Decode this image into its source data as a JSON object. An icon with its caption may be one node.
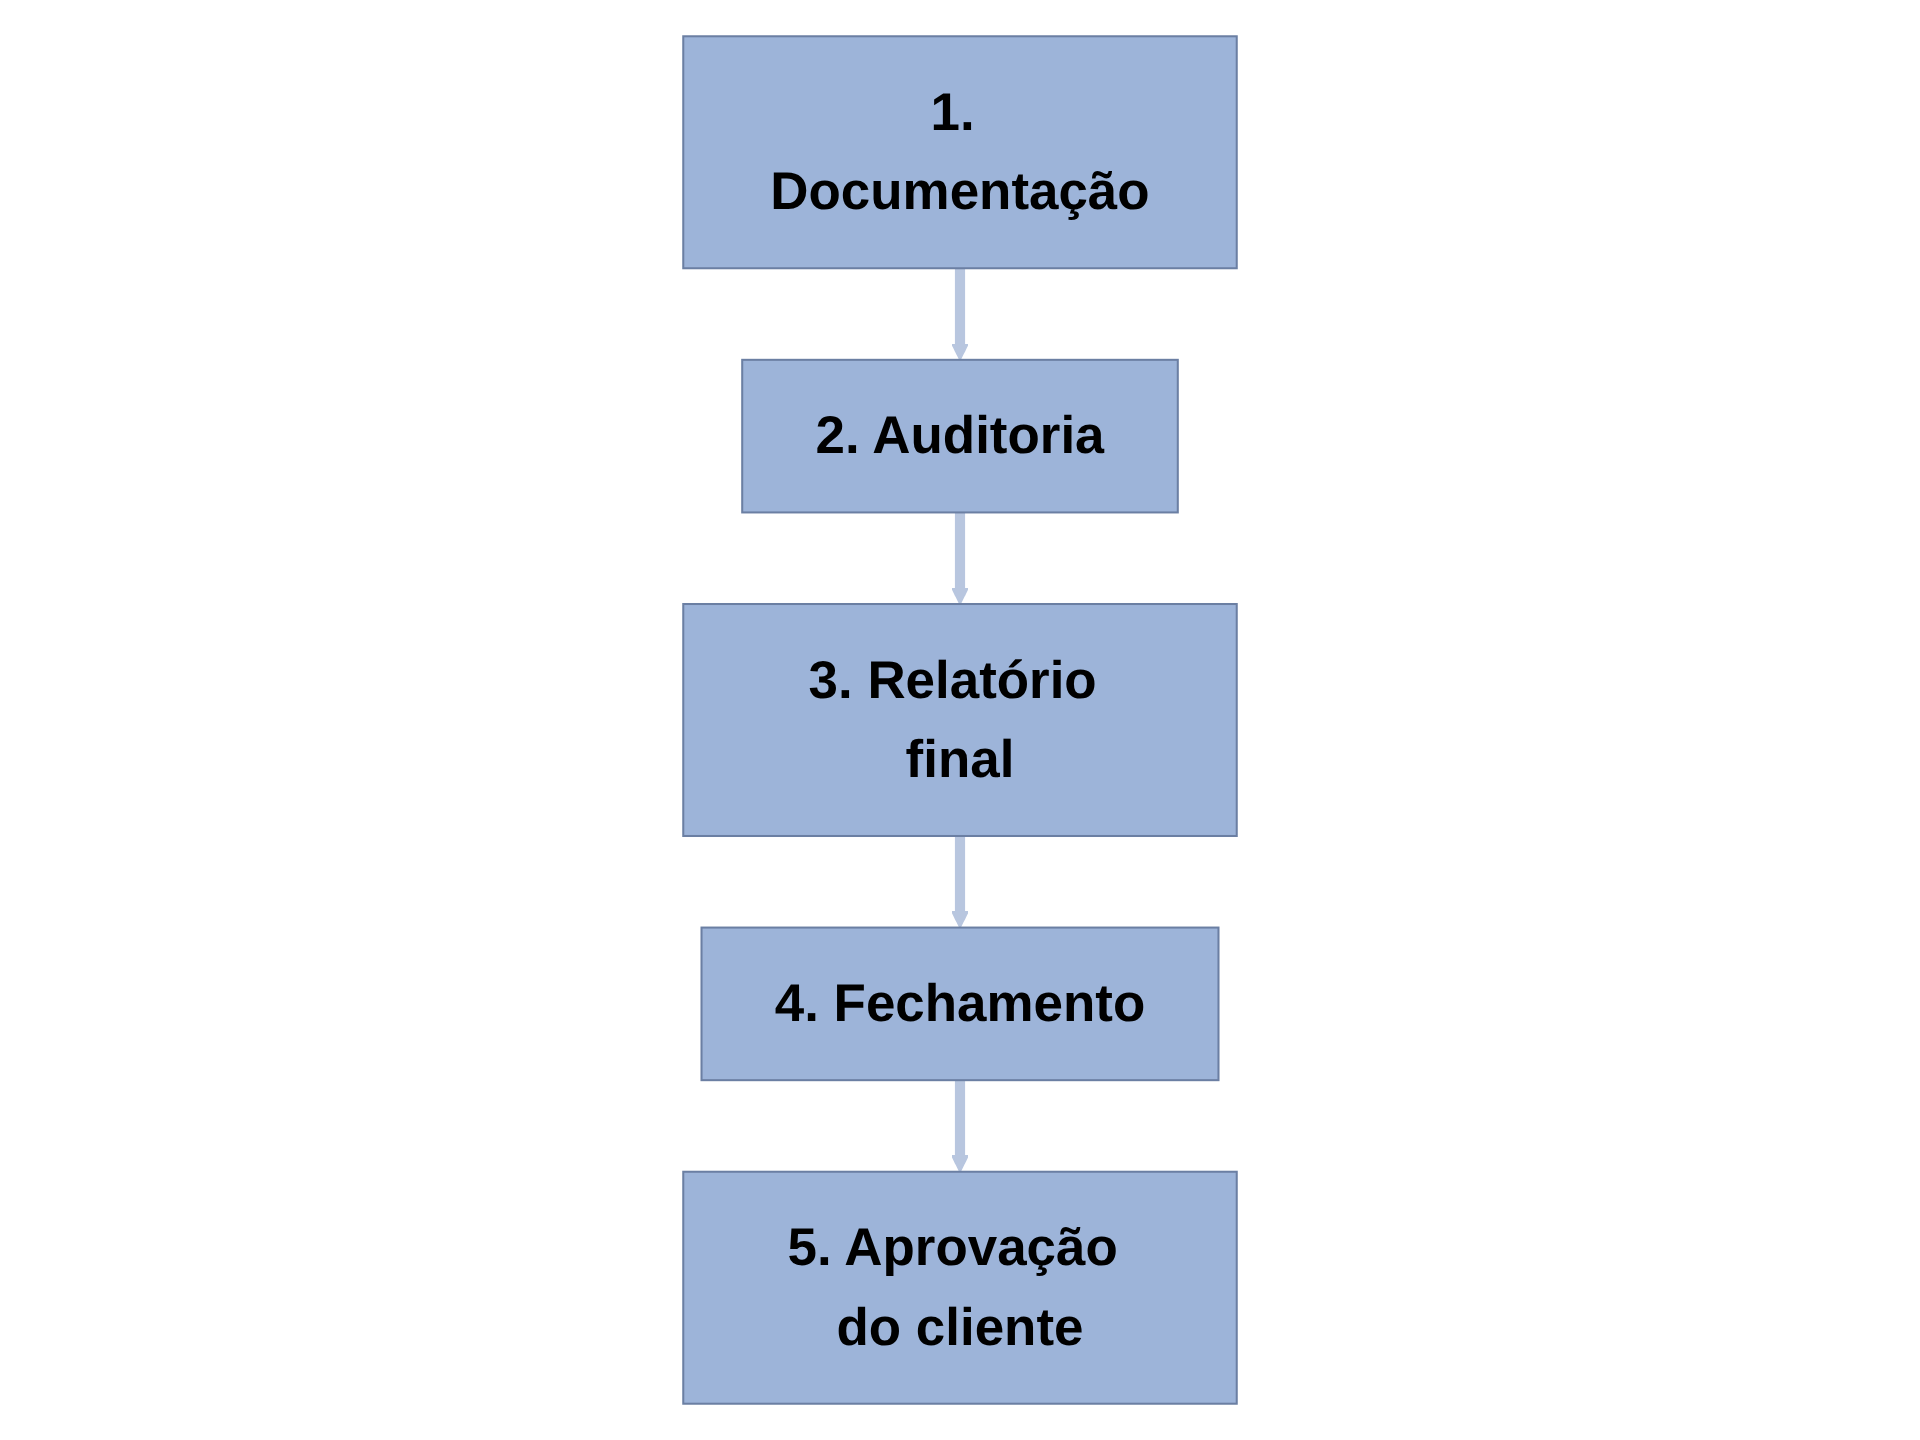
{
  "diagram": {
    "nodes": [
      {
        "text": [
          "1. Documentação"
        ]
      },
      {
        "text": [
          "2. Auditoria"
        ]
      },
      {
        "text": [
          "3. Relatório final"
        ]
      },
      {
        "text": [
          "4. Fechamento"
        ]
      },
      {
        "text": [
          "5. Aprovação do cliente"
        ]
      }
    ],
    "edges": [
      {
        "from": 0,
        "to": 1,
        "arrow": "to"
      },
      {
        "from": 1,
        "to": 2,
        "arrow": "to"
      },
      {
        "from": 2,
        "to": 3,
        "arrow": "to"
      },
      {
        "from": 3,
        "to": 4,
        "arrow": "to"
      }
    ]
  }
}
